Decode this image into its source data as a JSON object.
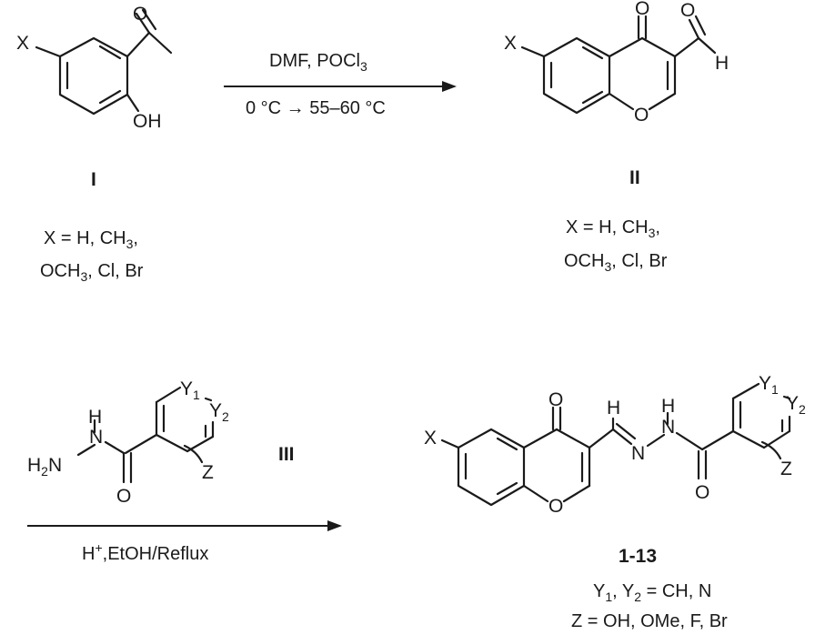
{
  "step1": {
    "reagent": "DMF, POCl",
    "reagent_sub": "3",
    "condition": "0 °C → 55–60 °C"
  },
  "compound_I": {
    "label": "I",
    "atoms": {
      "x": "X",
      "oh": "OH",
      "o": "O"
    },
    "sub_line1": "X = H, CH",
    "sub_line1_sub": "3",
    "sub_line1_end": ",",
    "sub_line2_a": "OCH",
    "sub_line2_sub": "3",
    "sub_line2_b": ", Cl, Br"
  },
  "compound_II": {
    "label": "II",
    "atoms": {
      "x": "X",
      "o_keto": "O",
      "o_ald": "O",
      "h": "H",
      "o_ring": "O"
    },
    "sub_line1": "X = H, CH",
    "sub_line1_sub": "3",
    "sub_line1_end": ",",
    "sub_line2_a": "OCH",
    "sub_line2_sub": "3",
    "sub_line2_b": ", Cl, Br"
  },
  "reagent_III": {
    "label": "III",
    "atoms": {
      "h": "H",
      "n": "N",
      "h2n": "H",
      "h2n_sub": "2",
      "h2n_n": "N",
      "o": "O",
      "y1": "Y",
      "y1_sub": "1",
      "y2": "Y",
      "y2_sub": "2",
      "z": "Z"
    }
  },
  "step2": {
    "condition_a": "H",
    "condition_sup": "+",
    "condition_b": ",EtOH/Reflux"
  },
  "product": {
    "label": "1-13",
    "atoms": {
      "x": "X",
      "o_keto": "O",
      "h": "H",
      "n1": "N",
      "h_nh": "H",
      "n2": "N",
      "o_amide": "O",
      "o_ring": "O",
      "y1": "Y",
      "y1_sub": "1",
      "y2": "Y",
      "y2_sub": "2",
      "z": "Z"
    },
    "sub_line1_a": "Y",
    "sub_line1_s1": "1",
    "sub_line1_b": ", Y",
    "sub_line1_s2": "2",
    "sub_line1_c": " = CH, N",
    "sub_line2": "Z = OH, OMe, F, Br"
  }
}
